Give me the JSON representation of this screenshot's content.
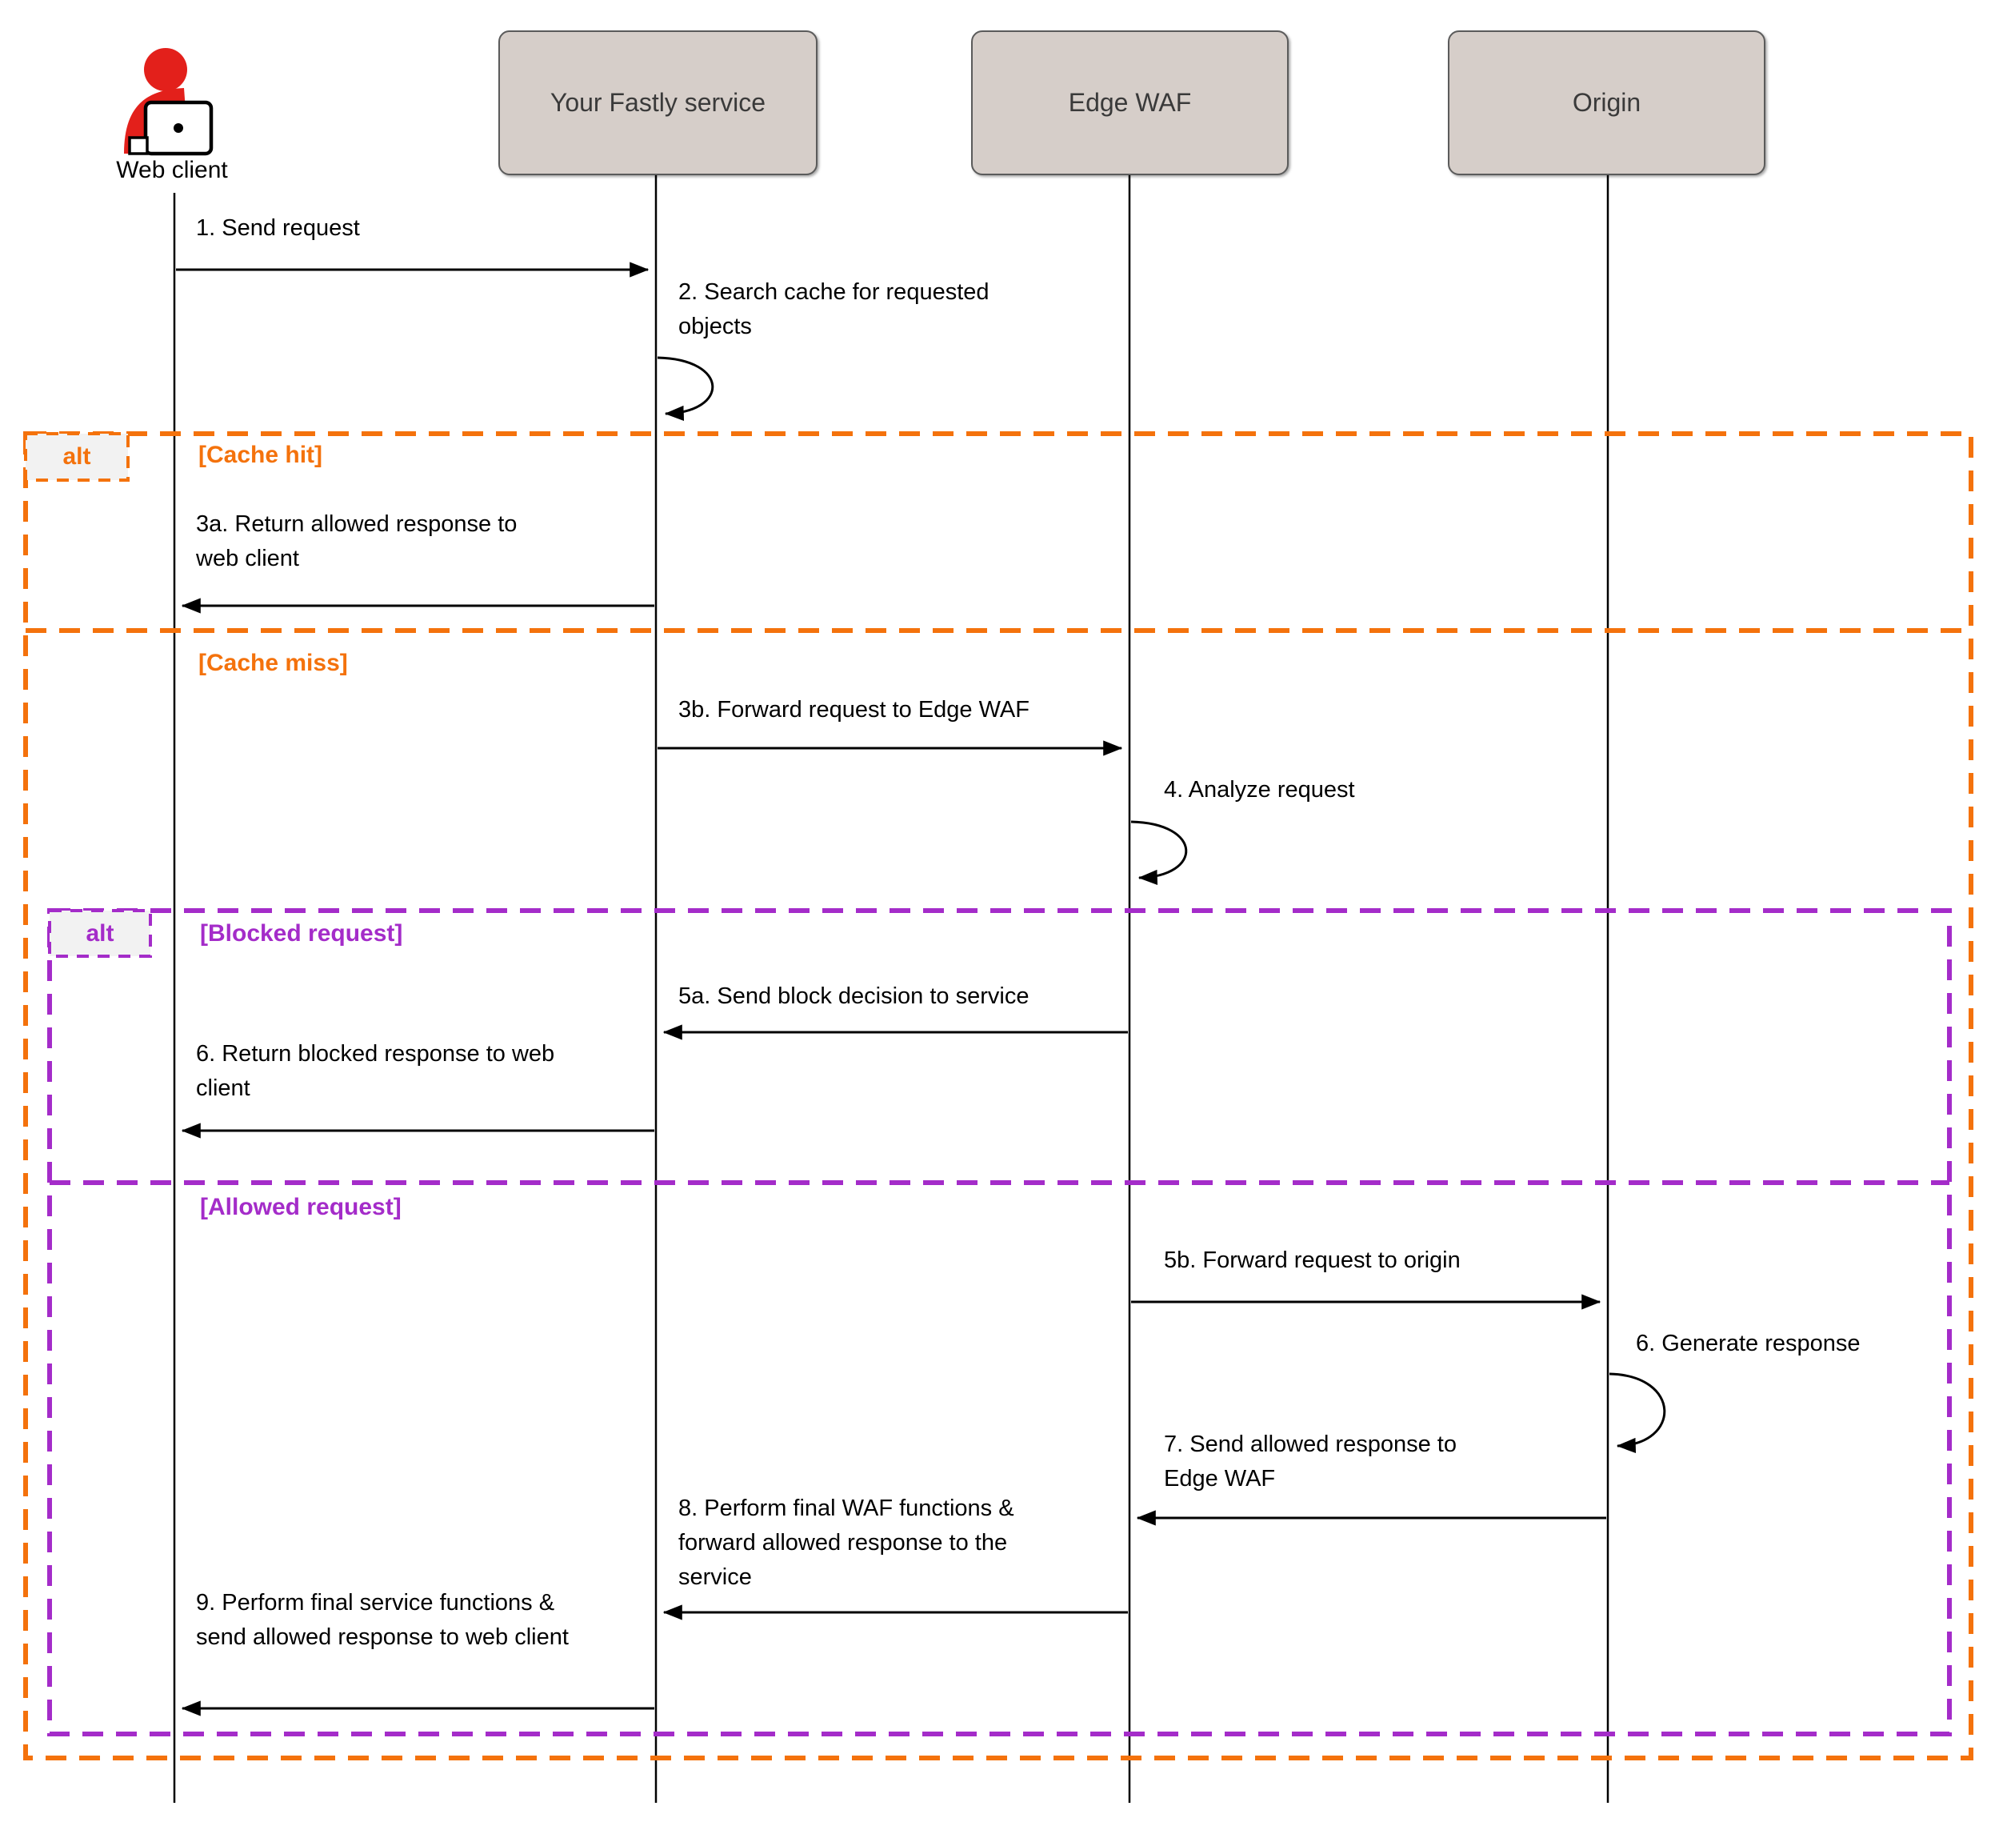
{
  "diagram": {
    "actors": [
      {
        "id": "web-client",
        "label": "Web client",
        "type": "person"
      },
      {
        "id": "fastly",
        "label": "Your Fastly service",
        "type": "box"
      },
      {
        "id": "edge-waf",
        "label": "Edge WAF",
        "type": "box"
      },
      {
        "id": "origin",
        "label": "Origin",
        "type": "box"
      }
    ],
    "frames": [
      {
        "operator": "alt",
        "conditions": [
          "[Cache hit]",
          "[Cache miss]"
        ],
        "color": "#F4720C"
      },
      {
        "operator": "alt",
        "conditions": [
          "[Blocked request]",
          "[Allowed request]"
        ],
        "color": "#A42CC9"
      }
    ],
    "messages": [
      {
        "label": "1. Send request",
        "from": "Web client",
        "to": "Your Fastly service"
      },
      {
        "label": "2. Search cache for requested objects",
        "from": "Your Fastly service",
        "to": "Your Fastly service"
      },
      {
        "label": "3a. Return allowed response to web client",
        "from": "Your Fastly service",
        "to": "Web client"
      },
      {
        "label": "3b. Forward request to Edge WAF",
        "from": "Your Fastly service",
        "to": "Edge WAF"
      },
      {
        "label": "4. Analyze request",
        "from": "Edge WAF",
        "to": "Edge WAF"
      },
      {
        "label": "5a. Send block decision to service",
        "from": "Edge WAF",
        "to": "Your Fastly service"
      },
      {
        "label": "6. Return blocked response to web client",
        "from": "Your Fastly service",
        "to": "Web client"
      },
      {
        "label": "5b. Forward request to origin",
        "from": "Edge WAF",
        "to": "Origin"
      },
      {
        "label": "6. Generate response",
        "from": "Origin",
        "to": "Origin"
      },
      {
        "label": "7. Send allowed response to Edge WAF",
        "from": "Origin",
        "to": "Edge WAF"
      },
      {
        "label": "8. Perform final WAF functions & forward allowed response to the service",
        "from": "Edge WAF",
        "to": "Your Fastly service"
      },
      {
        "label": "9. Perform final service functions & send allowed response to web client",
        "from": "Your Fastly service",
        "to": "Web client"
      }
    ],
    "colors": {
      "frame_alt_cache": "#F4720C",
      "frame_alt_waf": "#A42CC9",
      "actor_accent": "#E3201B",
      "lifeline_box_fill": "#D6CEC9",
      "lifeline_box_border": "#5B5B5B",
      "operator_label_bg": "#F2F2F2",
      "message_line": "#000000"
    }
  }
}
